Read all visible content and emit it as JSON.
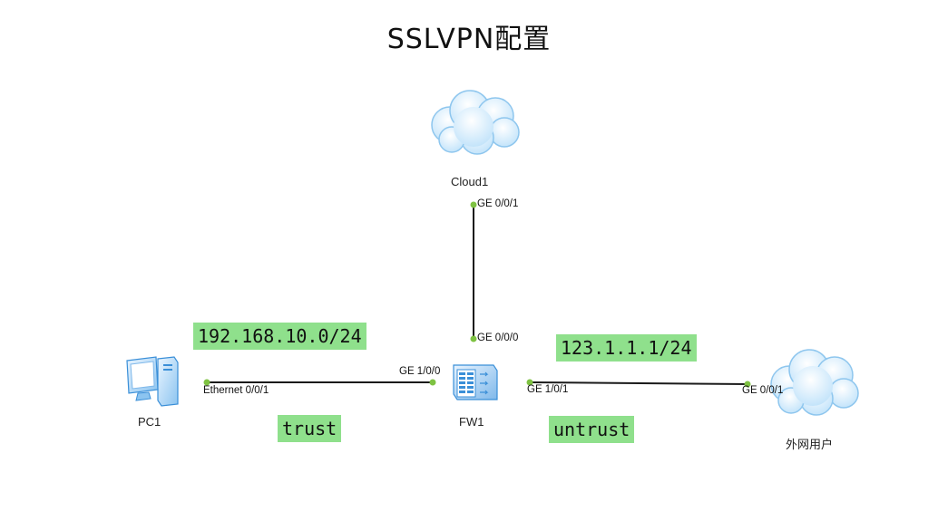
{
  "title": "SSLVPN配置",
  "colors": {
    "link": "#1a1a1a",
    "port_dot": "#7ec242",
    "note_bg": "#8fe08c",
    "cloud_fill": "#cfe9fb",
    "cloud_stroke": "#8ec6ee",
    "device_blue": "#3a8fd8"
  },
  "nodes": {
    "cloud1": {
      "label": "Cloud1",
      "icon": "cloud-icon"
    },
    "fw1": {
      "label": "FW1",
      "icon": "firewall-icon"
    },
    "pc1": {
      "label": "PC1",
      "icon": "pc-icon"
    },
    "external_user": {
      "label": "外网用户",
      "icon": "cloud-icon"
    }
  },
  "ports": {
    "cloud1_ge001": "GE 0/0/1",
    "fw1_ge000": "GE 0/0/0",
    "fw1_ge100": "GE 1/0/0",
    "fw1_ge101": "GE 1/0/1",
    "pc1_eth": "Ethernet 0/0/1",
    "ext_ge001": "GE 0/0/1"
  },
  "notes": {
    "lan_subnet": "192.168.10.0/24",
    "wan_addr": "123.1.1.1/24",
    "trust_zone": "trust",
    "untrust_zone": "untrust"
  }
}
